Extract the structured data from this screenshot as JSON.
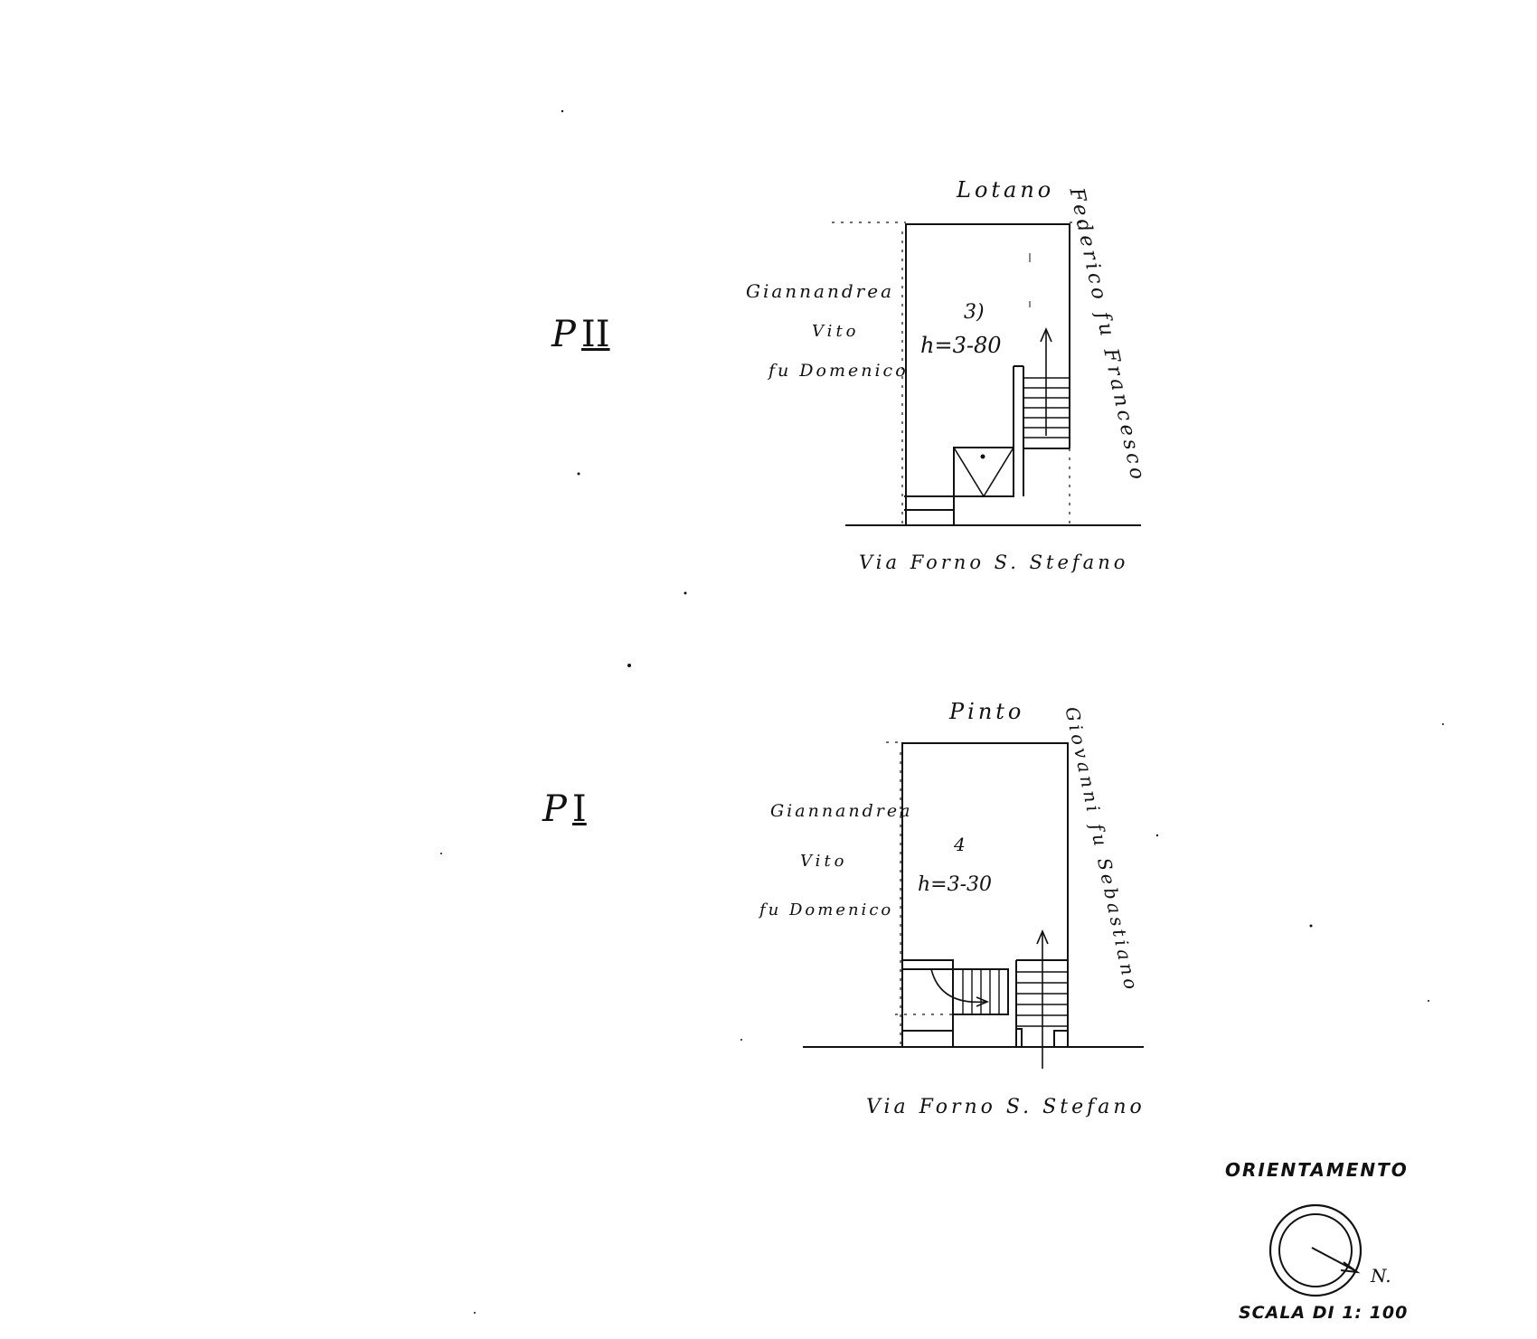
{
  "floor_plan_ii": {
    "floor_label": "P",
    "floor_number": "II",
    "north_neighbor": "Lotano",
    "east_neighbor": "Federico fu Francesco",
    "west_neighbor_line1": "Giannandrea",
    "west_neighbor_line2": "Vito",
    "west_neighbor_line3": "fu Domenico",
    "room_number": "3)",
    "height": "h=3-80",
    "street": "Via Forno S. Stefano"
  },
  "floor_plan_i": {
    "floor_label": "P",
    "floor_number": "I",
    "north_neighbor": "Pinto",
    "east_neighbor": "Giovanni fu Sebastiano",
    "west_neighbor_line1": "Giannandrea",
    "west_neighbor_line2": "Vito",
    "west_neighbor_line3": "fu Domenico",
    "room_number": "4",
    "height": "h=3-30",
    "street": "Via Forno S. Stefano"
  },
  "orientation": {
    "title": "ORIENTAMENTO",
    "north_mark": "N."
  },
  "scale": {
    "label": "SCALA DI 1: 100"
  }
}
